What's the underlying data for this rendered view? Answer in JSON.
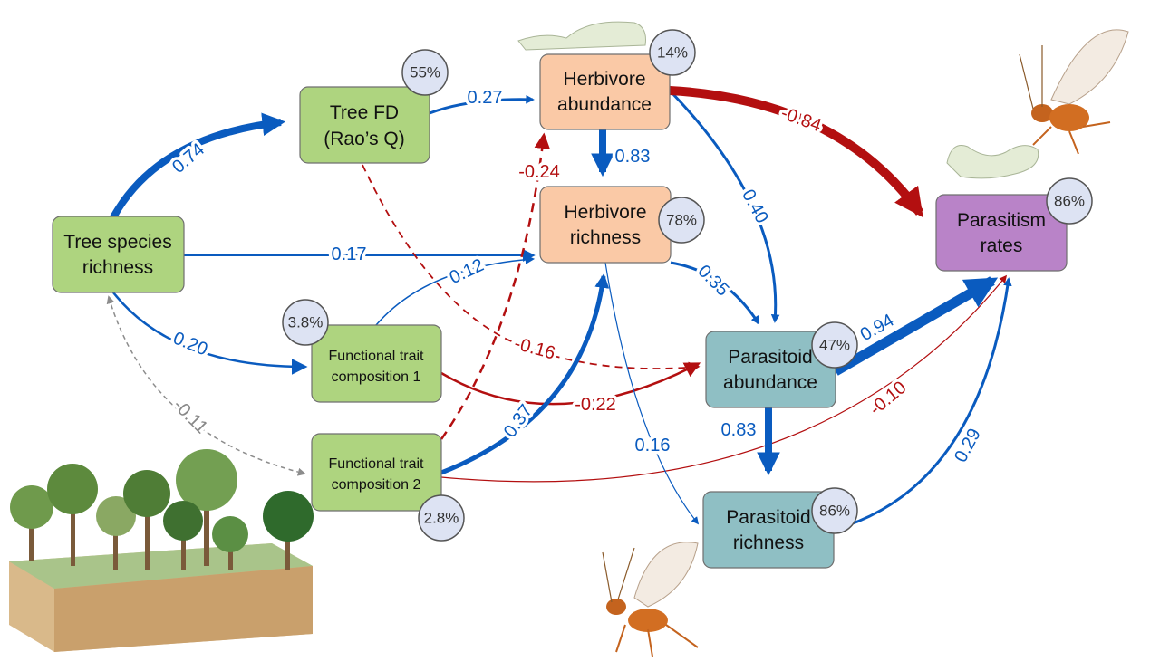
{
  "colors": {
    "positive": "#0a5bbf",
    "negative": "#b30f10",
    "covariance": "#8c8c8c",
    "tree": "#aed47f",
    "herbivore": "#fac9a6",
    "parasitoid": "#8fbfc4",
    "parasitism": "#b983c8"
  },
  "nodes": {
    "tsr": {
      "lines": [
        "Tree species",
        "richness"
      ]
    },
    "tfd": {
      "lines": [
        "Tree FD",
        "(Rao’s Q)"
      ],
      "r2": "55%"
    },
    "ftc1": {
      "lines": [
        "Functional trait",
        "composition 1"
      ],
      "r2": "3.8%"
    },
    "ftc2": {
      "lines": [
        "Functional trait",
        "composition 2"
      ],
      "r2": "2.8%"
    },
    "ha": {
      "lines": [
        "Herbivore",
        "abundance"
      ],
      "r2": "14%"
    },
    "hr": {
      "lines": [
        "Herbivore",
        "richness"
      ],
      "r2": "78%"
    },
    "pa": {
      "lines": [
        "Parasitoid",
        "abundance"
      ],
      "r2": "47%"
    },
    "pr": {
      "lines": [
        "Parasitoid",
        "richness"
      ],
      "r2": "86%"
    },
    "prt": {
      "lines": [
        "Parasitism",
        "rates"
      ],
      "r2": "86%"
    }
  },
  "edges": [
    {
      "from": "Tree species richness",
      "to": "Tree FD",
      "value": "0.74"
    },
    {
      "from": "Tree FD",
      "to": "Herbivore abundance",
      "value": "0.27"
    },
    {
      "from": "Tree species richness",
      "to": "Herbivore richness",
      "value": "0.17"
    },
    {
      "from": "Functional trait composition 1",
      "to": "Herbivore richness",
      "value": "0.12"
    },
    {
      "from": "Tree species richness",
      "to": "Functional trait composition 1",
      "value": "0.20"
    },
    {
      "from": "Tree species richness",
      "to": "Functional trait composition 2",
      "value": "-0.11"
    },
    {
      "from": "Tree FD",
      "to": "Parasitoid abundance",
      "value": "-0.16"
    },
    {
      "from": "Functional trait composition 2",
      "to": "Herbivore abundance",
      "value": "-0.24"
    },
    {
      "from": "Functional trait composition 1",
      "to": "Parasitoid abundance",
      "value": "-0.22"
    },
    {
      "from": "Functional trait composition 2",
      "to": "Herbivore richness",
      "value": "0.37"
    },
    {
      "from": "Functional trait composition 2",
      "to": "Parasitism rates",
      "value": "-0.10"
    },
    {
      "from": "Herbivore abundance",
      "to": "Herbivore richness",
      "value": "0.83"
    },
    {
      "from": "Herbivore abundance",
      "to": "Parasitoid abundance",
      "value": "0.40"
    },
    {
      "from": "Herbivore abundance",
      "to": "Parasitism rates",
      "value": "-0.84"
    },
    {
      "from": "Herbivore richness",
      "to": "Parasitoid abundance",
      "value": "0.35"
    },
    {
      "from": "Herbivore richness",
      "to": "Parasitoid richness",
      "value": "0.16"
    },
    {
      "from": "Parasitoid abundance",
      "to": "Parasitism rates",
      "value": "0.94"
    },
    {
      "from": "Parasitoid abundance",
      "to": "Parasitoid richness",
      "value": "0.83"
    },
    {
      "from": "Parasitoid richness",
      "to": "Parasitism rates",
      "value": "0.29"
    }
  ]
}
